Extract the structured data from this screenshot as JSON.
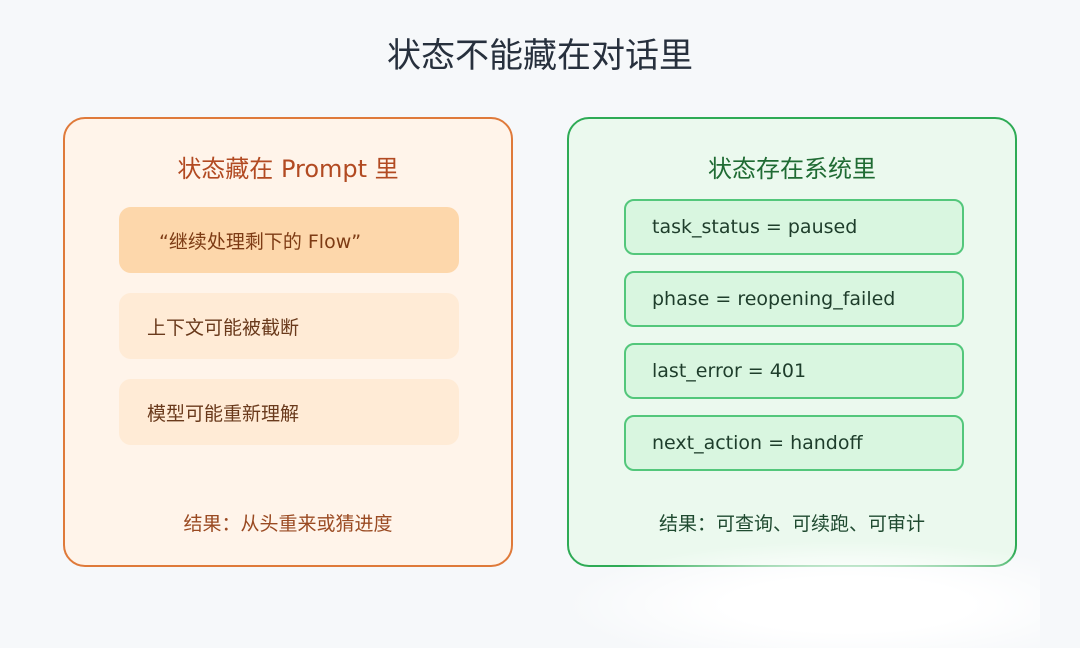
{
  "title": "状态不能藏在对话里",
  "left_panel": {
    "title": "状态藏在 Prompt 里",
    "items": [
      "“继续处理剩下的 Flow”",
      "上下文可能被截断",
      "模型可能重新理解"
    ],
    "result": "结果：从头重来或猜进度",
    "border_color": "#df7a3a",
    "background": "#fff4ea"
  },
  "right_panel": {
    "title": "状态存在系统里",
    "items": [
      "task_status = paused",
      "phase = reopening_failed",
      "last_error = 401",
      "next_action = handoff"
    ],
    "result": "结果：可查询、可续跑、可审计",
    "border_color": "#2eab55",
    "background": "#ebf9ee"
  }
}
